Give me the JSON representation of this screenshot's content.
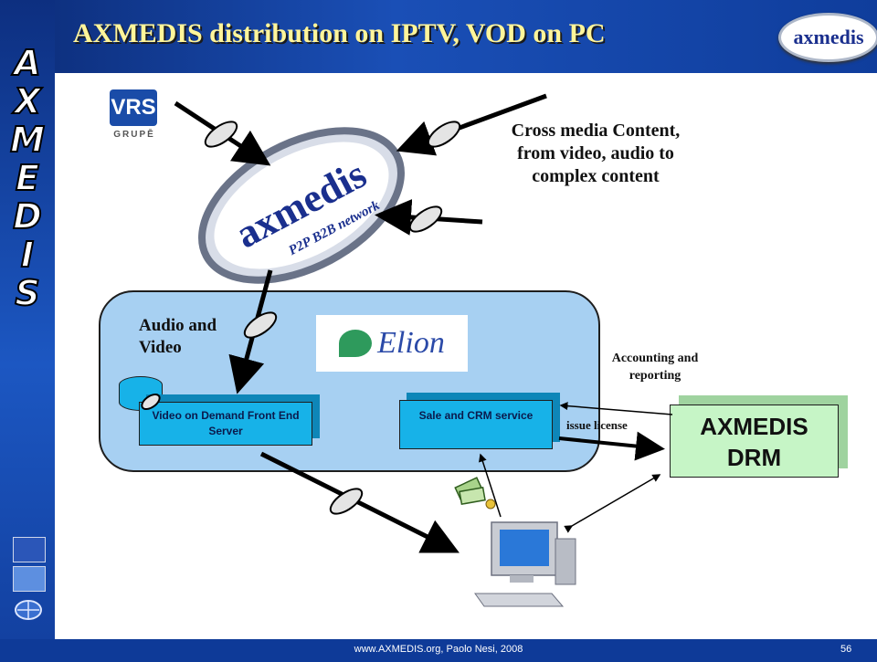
{
  "slide": {
    "title": "AXMEDIS distribution on IPTV, VOD on PC",
    "corner_logo_text": "axmedis",
    "side_letters": [
      "A",
      "X",
      "M",
      "E",
      "D",
      "I",
      "S"
    ],
    "footer": "www.AXMEDIS.org, Paolo Nesi, 2008",
    "page_number": "56"
  },
  "diagram": {
    "vrs_logo": {
      "main": "VRS",
      "sub": "GRUPĒ"
    },
    "network_logo": {
      "main": "axmedis",
      "sub": "P2P B2B network"
    },
    "cross_media_label": "Cross media Content, from video, audio to complex content",
    "audio_video_label": "Audio and Video",
    "elion_logo": "Elion",
    "vod_server_label": "Video on Demand Front End Server",
    "sale_crm_label": "Sale and CRM service",
    "accounting_label": "Accounting and reporting",
    "issue_license_label": "issue license",
    "drm_label": "AXMEDIS DRM",
    "colors": {
      "title": "#fff59a",
      "server_box": "#17b2e8",
      "cloud": "#a7d0f2",
      "drm_box": "#c6f5c6"
    },
    "icons": [
      "computer-icon",
      "money-icon",
      "database-icon",
      "media-disc-icon"
    ]
  }
}
